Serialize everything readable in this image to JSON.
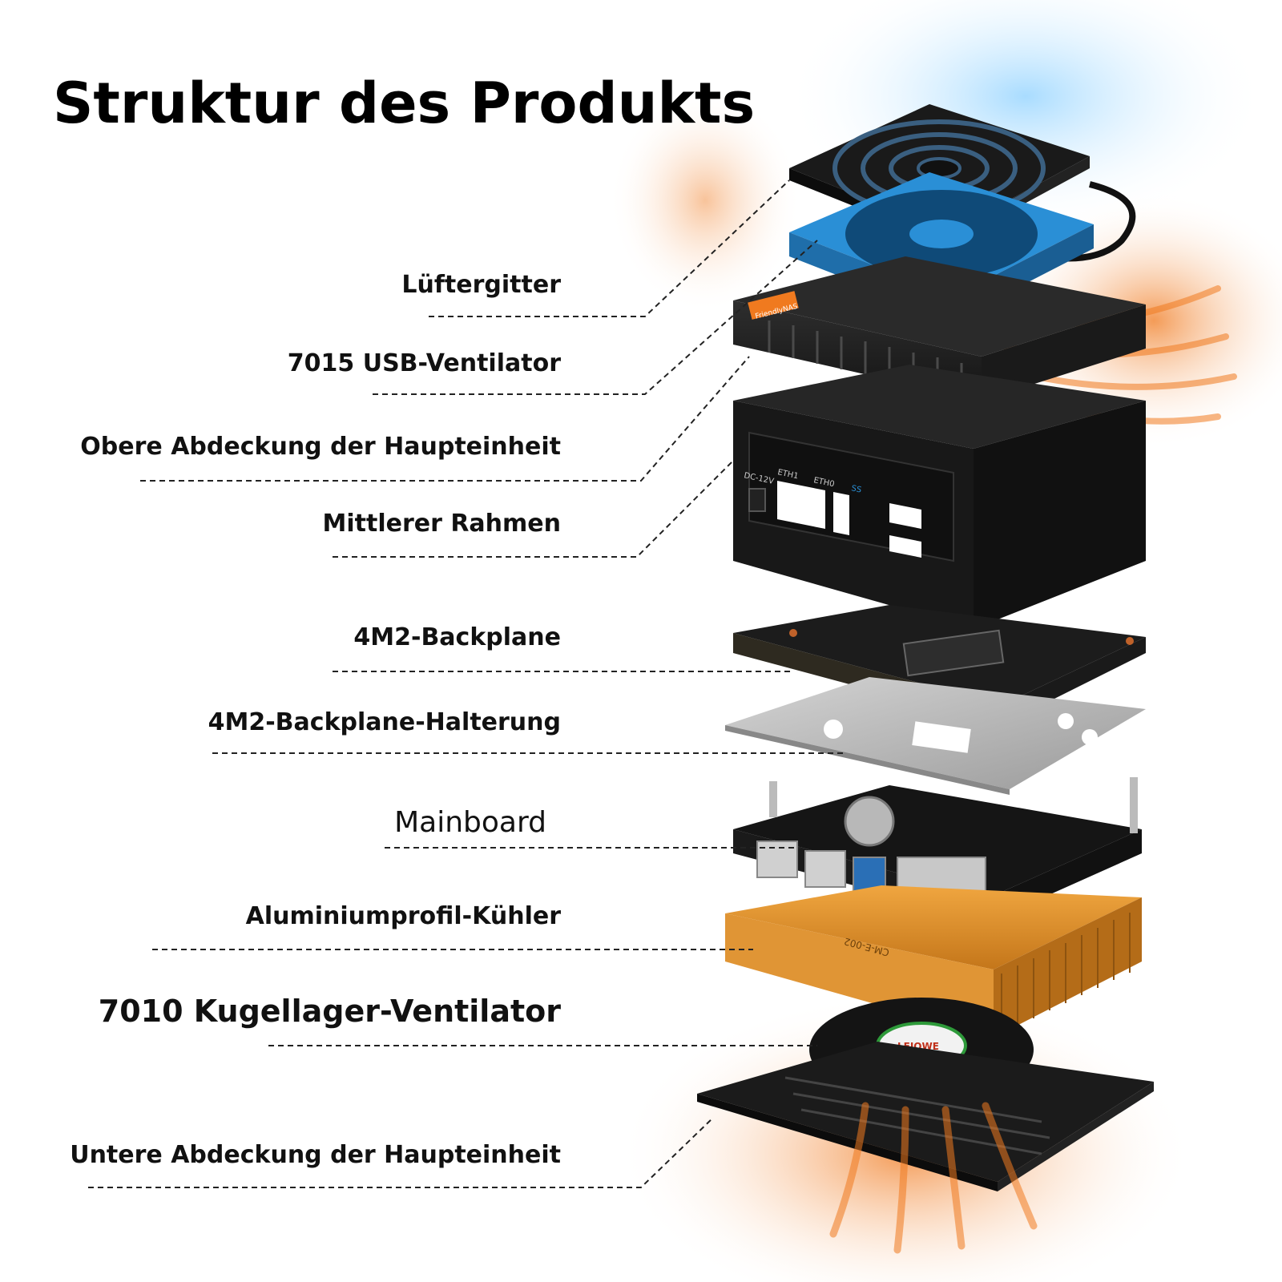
{
  "title": "Struktur des Produkts",
  "labels": [
    "Lüftergitter",
    "7015 USB-Ventilator",
    "Obere Abdeckung der Haupteinheit",
    "Mittlerer Rahmen",
    "4M2-Backplane",
    "4M2-Backplane-Halterung",
    "Mainboard",
    "Aluminiumprofil-Kühler",
    "7010 Kugellager-Ventilator",
    "Untere Abdeckung der Haupteinheit"
  ],
  "markings": {
    "brand": "FriendlyNAS",
    "port_dc": "DC-12V",
    "port_eth1": "ETH1",
    "port_eth0": "ETH0",
    "port_usb": "SS",
    "heatsink_text": "CM-E-002",
    "fan_brand": "LEIOWE"
  },
  "colors": {
    "accent_orange": "#f07a1f",
    "fan_blue": "#2a8fd6",
    "aluminium_gold": "#d98a24",
    "case_black": "#1c1c1c",
    "bracket_silver": "#b8b8b8",
    "glow_blue": "#9fd8ff"
  }
}
